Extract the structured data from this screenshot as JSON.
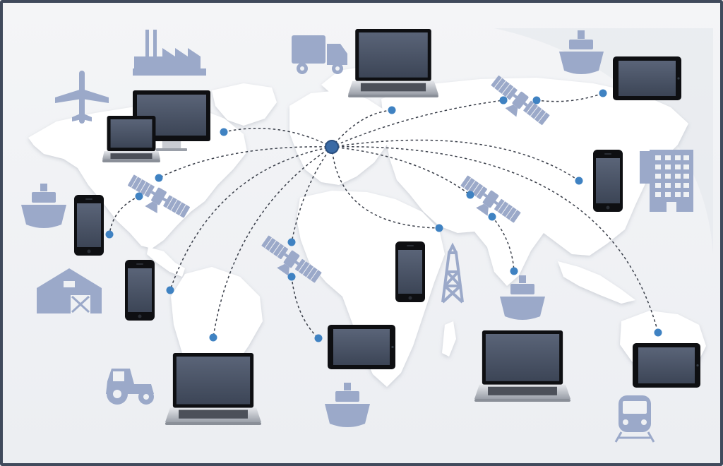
{
  "colors": {
    "frame": "#404a5c",
    "background": "#eff1f4",
    "map": "#ffffff",
    "icon": "#9ba9c9",
    "node": "#3f82c2",
    "hub": "#3a6aa5",
    "connection": "#3a3f4a",
    "device_body": "#0e0f12",
    "device_screen": "#4a5466"
  },
  "hub": {
    "name": "central-hub"
  },
  "endpoints": [
    {
      "id": "north-america",
      "kind": "node"
    },
    {
      "id": "sat-americas",
      "kind": "satellite"
    },
    {
      "id": "central-america",
      "kind": "node"
    },
    {
      "id": "south-america-north",
      "kind": "node"
    },
    {
      "id": "south-america-south",
      "kind": "node"
    },
    {
      "id": "sat-atlantic",
      "kind": "satellite"
    },
    {
      "id": "west-africa",
      "kind": "node"
    },
    {
      "id": "north-africa",
      "kind": "node"
    },
    {
      "id": "arabia",
      "kind": "node"
    },
    {
      "id": "sat-middle-east",
      "kind": "satellite"
    },
    {
      "id": "india",
      "kind": "node"
    },
    {
      "id": "russia",
      "kind": "node"
    },
    {
      "id": "sat-russia",
      "kind": "satellite"
    },
    {
      "id": "far-east",
      "kind": "node"
    },
    {
      "id": "china",
      "kind": "node"
    },
    {
      "id": "australia",
      "kind": "node"
    }
  ],
  "devices": [
    {
      "type": "monitor",
      "name": "desktop-monitor"
    },
    {
      "type": "laptop",
      "name": "laptop-north-america"
    },
    {
      "type": "laptop",
      "name": "laptop-top-center"
    },
    {
      "type": "tablet",
      "name": "tablet-russia"
    },
    {
      "type": "phone",
      "name": "phone-china"
    },
    {
      "type": "phone",
      "name": "phone-central-america"
    },
    {
      "type": "phone",
      "name": "phone-south-america"
    },
    {
      "type": "laptop",
      "name": "laptop-south-america"
    },
    {
      "type": "tablet",
      "name": "tablet-africa"
    },
    {
      "type": "phone",
      "name": "phone-africa"
    },
    {
      "type": "laptop",
      "name": "laptop-indian-ocean"
    },
    {
      "type": "tablet",
      "name": "tablet-australia"
    }
  ],
  "icons": [
    "airplane-icon",
    "factory-icon",
    "delivery-truck-icon",
    "cargo-ship-icon",
    "satellite-icon",
    "office-building-icon",
    "barn-icon",
    "oil-rig-icon",
    "tractor-icon",
    "train-icon"
  ]
}
